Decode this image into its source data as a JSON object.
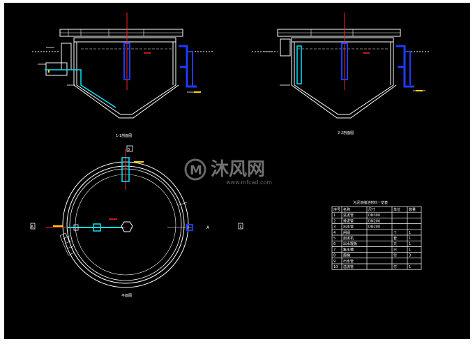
{
  "sections": {
    "section_1_label": "1-1剖面图",
    "section_2_label": "2-2剖面图",
    "plan_label": "平面图",
    "marker_a": "A",
    "marker_1": "1",
    "marker_3": "3"
  },
  "watermark": {
    "brand_cn": "沐风网",
    "url": "www.mfcad.com"
  },
  "table": {
    "title": "污泥浓缩池材料一览表",
    "headers": [
      "序号",
      "名称",
      "尺寸",
      "单位",
      "数量"
    ],
    "rows": [
      [
        "1",
        "进泥管",
        "DN300",
        "",
        ""
      ],
      [
        "2",
        "排泥管",
        "DN200",
        "",
        ""
      ],
      [
        "3",
        "出水管",
        "DN200",
        "",
        ""
      ],
      [
        "4",
        "闸阀",
        "",
        "个",
        "1"
      ],
      [
        "5",
        "刮泥机",
        "",
        "套",
        "1"
      ],
      [
        "6",
        "出水堰板",
        "",
        "只",
        "1"
      ],
      [
        "7",
        "集水槽",
        "",
        "只",
        "1"
      ],
      [
        "8",
        "爬梯",
        "",
        "付",
        "3"
      ],
      [
        "9",
        "出水管",
        "",
        "",
        ""
      ],
      [
        "10",
        "溢流管",
        "",
        "付",
        "1"
      ]
    ]
  },
  "colors": {
    "background": "#000000",
    "structure": "#ffffff",
    "pipe_blue": "#1f3bff",
    "pipe_cyan": "#00e5ff",
    "axis_red": "#ff2020",
    "accent_yellow": "#ffd800"
  }
}
